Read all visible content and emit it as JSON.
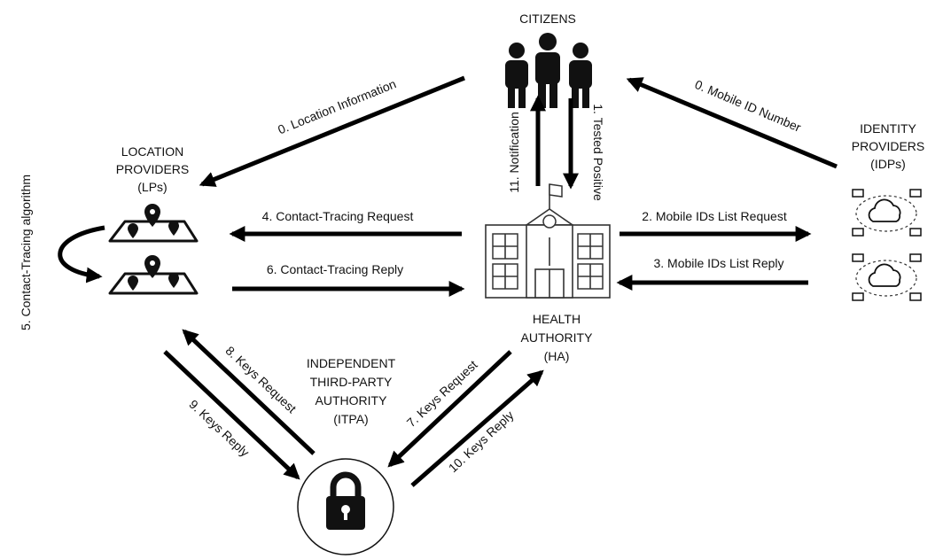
{
  "nodes": {
    "citizens": "CITIZENS",
    "location_providers": [
      "LOCATION",
      "PROVIDERS",
      "(LPs)"
    ],
    "identity_providers": [
      "IDENTITY",
      "PROVIDERS",
      "(IDPs)"
    ],
    "health_authority": [
      "HEALTH",
      "AUTHORITY",
      "(HA)"
    ],
    "itpa": [
      "INDEPENDENT",
      "THIRD-PARTY",
      "AUTHORITY",
      "(ITPA)"
    ]
  },
  "edges": {
    "location_information": "0. Location Information",
    "mobile_id_number": "0. Mobile ID Number",
    "tested_positive": "1. Tested Positive",
    "mobile_ids_list_request": "2. Mobile IDs List Request",
    "mobile_ids_list_reply": "3. Mobile IDs List Reply",
    "contact_tracing_request": "4. Contact-Tracing Request",
    "contact_tracing_algorithm": "5. Contact-Tracing algorithm",
    "contact_tracing_reply": "6. Contact-Tracing Reply",
    "keys_request_ha": "7. Keys Request",
    "keys_request_lp": "8. Keys Request",
    "keys_reply_lp": "9. Keys Reply",
    "keys_reply_ha": "10. Keys Reply",
    "notification": "11. Notification"
  },
  "icons": [
    "citizens-icon",
    "map-pin-icon",
    "cloud-network-icon",
    "hospital-building-icon",
    "padlock-icon"
  ]
}
